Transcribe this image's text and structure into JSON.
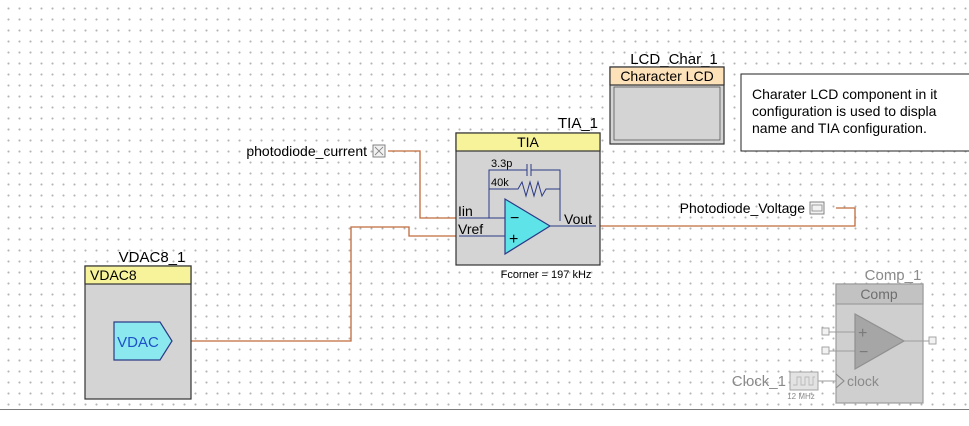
{
  "components": {
    "lcd": {
      "instance": "LCD_Char_1",
      "type": "Character LCD"
    },
    "tia": {
      "instance": "TIA_1",
      "type": "TIA",
      "cap": "3.3p",
      "res": "40k",
      "pin_in": "Iin",
      "pin_ref": "Vref",
      "pin_out": "Vout",
      "fcorner": "Fcorner = 197 kHz"
    },
    "vdac": {
      "instance": "VDAC8_1",
      "type": "VDAC8",
      "symbol": "VDAC"
    },
    "comp": {
      "instance": "Comp_1",
      "type": "Comp",
      "clock_pin": "clock"
    },
    "clock": {
      "instance": "Clock_1",
      "freq": "12 MHz"
    }
  },
  "pins": {
    "input": "photodiode_current",
    "output": "Photodiode_Voltage"
  },
  "note": {
    "lines": [
      "Charater LCD component in it",
      "configuration is used to displa",
      "name and TIA configuration."
    ]
  },
  "colors": {
    "header_yellow": "#f7f39b",
    "header_orange": "#fde1b8",
    "body_gray": "#d4d4d4",
    "wire": "#c06a3c",
    "opamp": "#5de3e8",
    "vdac_fill": "#8ce8ef",
    "disabled_gray": "#c9c9c9"
  }
}
